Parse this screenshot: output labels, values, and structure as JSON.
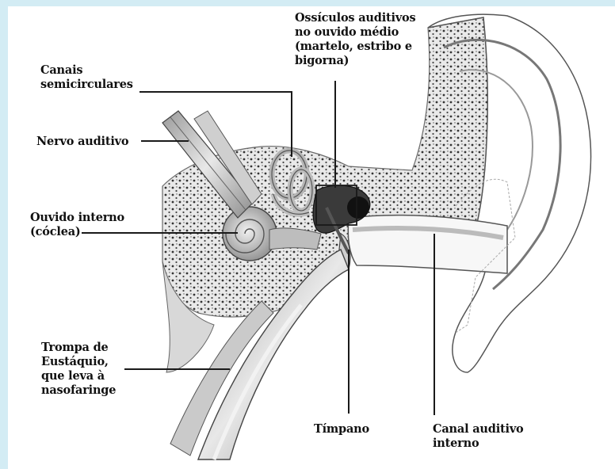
{
  "theme": {
    "frame_color": "#d3ecf4",
    "label_color": "#111111",
    "line_color": "#1a1a1a"
  },
  "labels": {
    "canais": "Canais\nsemicirculares",
    "nervo": "Nervo auditivo",
    "ouvido_interno": "Ouvido interno\n(cóclea)",
    "trompa": "Trompa de\nEustáquio,\nque leva à\nnasofaringe",
    "ossiculos": "Ossículos auditivos\nno ouvido médio\n(martelo, estribo e\nbigorna)",
    "timpano": "Tímpano",
    "canal": "Canal auditivo\ninterno"
  }
}
